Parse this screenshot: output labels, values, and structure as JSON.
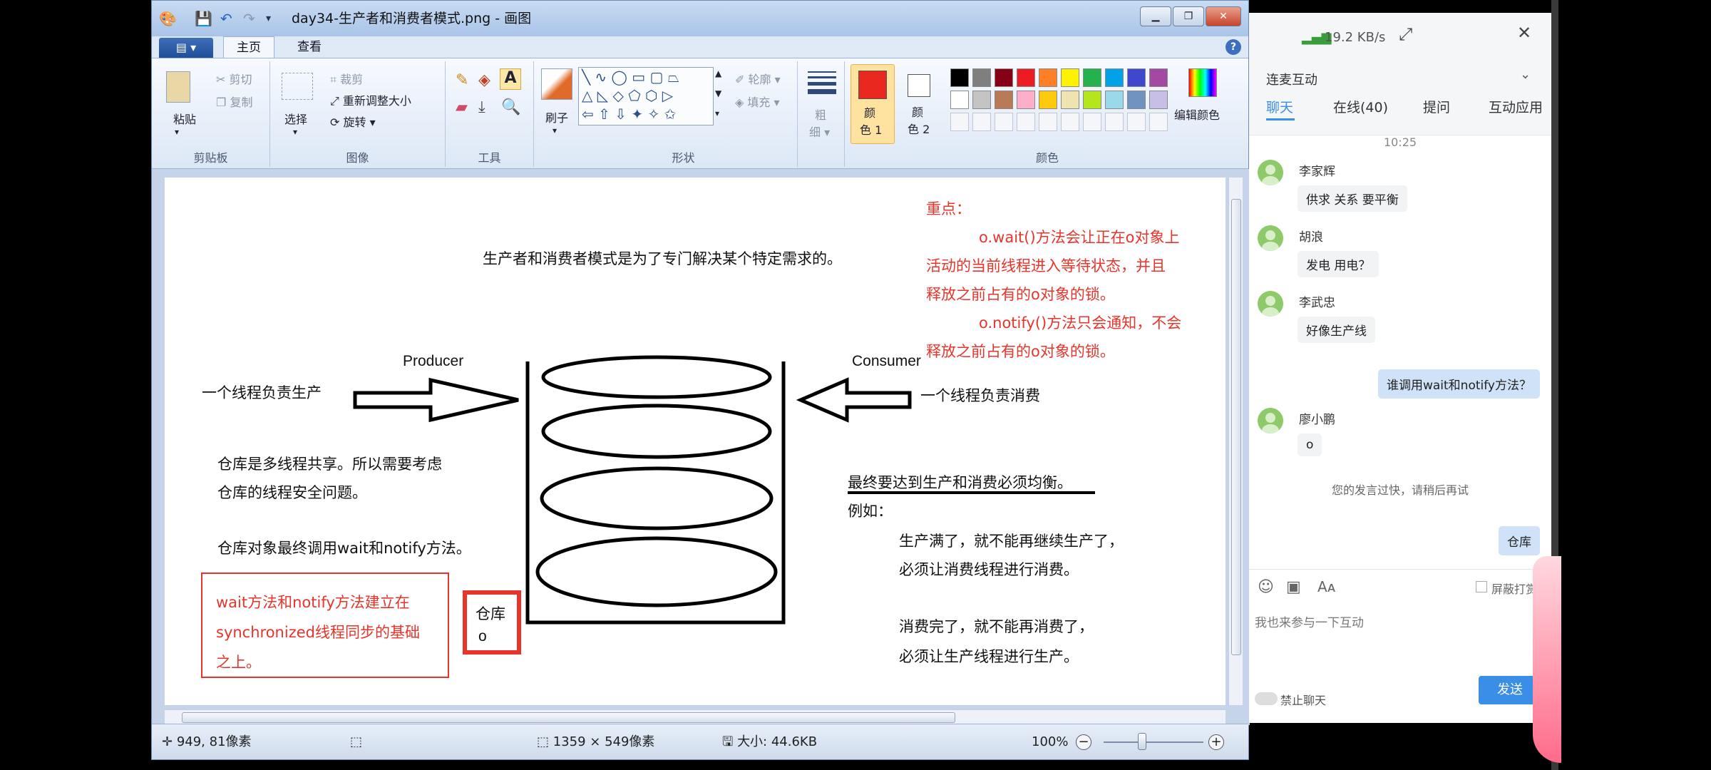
{
  "paint": {
    "title": "day34-生产者和消费者模式.png - 画图",
    "tabs": {
      "home": "主页",
      "view": "查看"
    },
    "file_tab": "▤ ▾",
    "help": "?",
    "clipboard": {
      "paste": "粘贴",
      "cut": "剪切",
      "copy": "复制",
      "group": "剪贴板"
    },
    "image": {
      "select": "选择",
      "crop": "裁剪",
      "resize": "重新调整大小",
      "rotate": "旋转",
      "group": "图像"
    },
    "tools": {
      "group": "工具",
      "text_tool": "A"
    },
    "brushes": {
      "label": "刷子"
    },
    "shapes": {
      "outline": "轮廓",
      "fill": "填充",
      "group": "形状"
    },
    "size": {
      "label_line1": "粗",
      "label_line2": "细"
    },
    "colors": {
      "color1_line1": "颜",
      "color1_line2": "色 1",
      "color2_line1": "颜",
      "color2_line2": "色 2",
      "edit": "编辑颜色",
      "group": "颜色",
      "color1": "#e8281e",
      "color2": "#ffffff",
      "palette_row1": [
        "#000000",
        "#7f7f7f",
        "#880015",
        "#ed1c24",
        "#ff7f27",
        "#fff200",
        "#22b14c",
        "#00a2e8",
        "#3f48cc",
        "#a349a4"
      ],
      "palette_row2": [
        "#ffffff",
        "#c3c3c3",
        "#b97a57",
        "#ffaec9",
        "#ffc90e",
        "#efe4b0",
        "#b5e61d",
        "#99d9ea",
        "#7092be",
        "#c8bfe7"
      ]
    },
    "canvas": {
      "intro": "生产者和消费者模式是为了专门解决某个特定需求的。",
      "keypoint_title": "重点：",
      "keypoint_line1": "o.wait()方法会让正在o对象上",
      "keypoint_line2": "活动的当前线程进入等待状态，并且",
      "keypoint_line3": "释放之前占有的o对象的锁。",
      "keypoint_line4": "o.notify()方法只会通知，不会",
      "keypoint_line5": "释放之前占有的o对象的锁。",
      "producer_label": "Producer",
      "consumer_label": "Consumer",
      "producer_desc": "一个线程负责生产",
      "consumer_desc": "一个线程负责消费",
      "warehouse_line1": "仓库是多线程共享。所以需要考虑",
      "warehouse_line2": "仓库的线程安全问题。",
      "warehouse_call": "仓库对象最终调用wait和notify方法。",
      "sync_line1": "wait方法和notify方法建立在",
      "sync_line2": "synchronized线程同步的基础",
      "sync_line3": "之上。",
      "box_line1": "仓库",
      "box_line2": "o",
      "balance": "最终要达到生产和消费必须均衡。",
      "example": "例如：",
      "ex_line1": "生产满了，就不能再继续生产了，",
      "ex_line2": "必须让消费线程进行消费。",
      "ex_line3": "消费完了，就不能再消费了，",
      "ex_line4": "必须让生产线程进行生产。"
    },
    "status": {
      "cursor": "949, 81像素",
      "dimensions": "1359 × 549像素",
      "filesize": "大小: 44.6KB",
      "zoom": "100%"
    }
  },
  "chat": {
    "network": "19.2 KB/s",
    "section_title": "连麦互动",
    "tabs": [
      "聊天",
      "在线(40)",
      "提问",
      "互动应用"
    ],
    "time": "10:25",
    "messages": [
      {
        "name": "李家辉",
        "text": "供求 关系 要平衡"
      },
      {
        "name": "胡浪",
        "text": "发电 用电？"
      },
      {
        "name": "李武忠",
        "text": "好像生产线"
      },
      {
        "name": "廖小鹏",
        "text": "o"
      }
    ],
    "my_message": "谁调用wait和notify方法？",
    "system_notice": "您的发言过快，请稍后再试",
    "my_message2": "仓库",
    "block_label": "屏蔽打赏",
    "input_placeholder": "我也来参与一下互动",
    "mute_label": "禁止聊天",
    "send": "发送"
  }
}
